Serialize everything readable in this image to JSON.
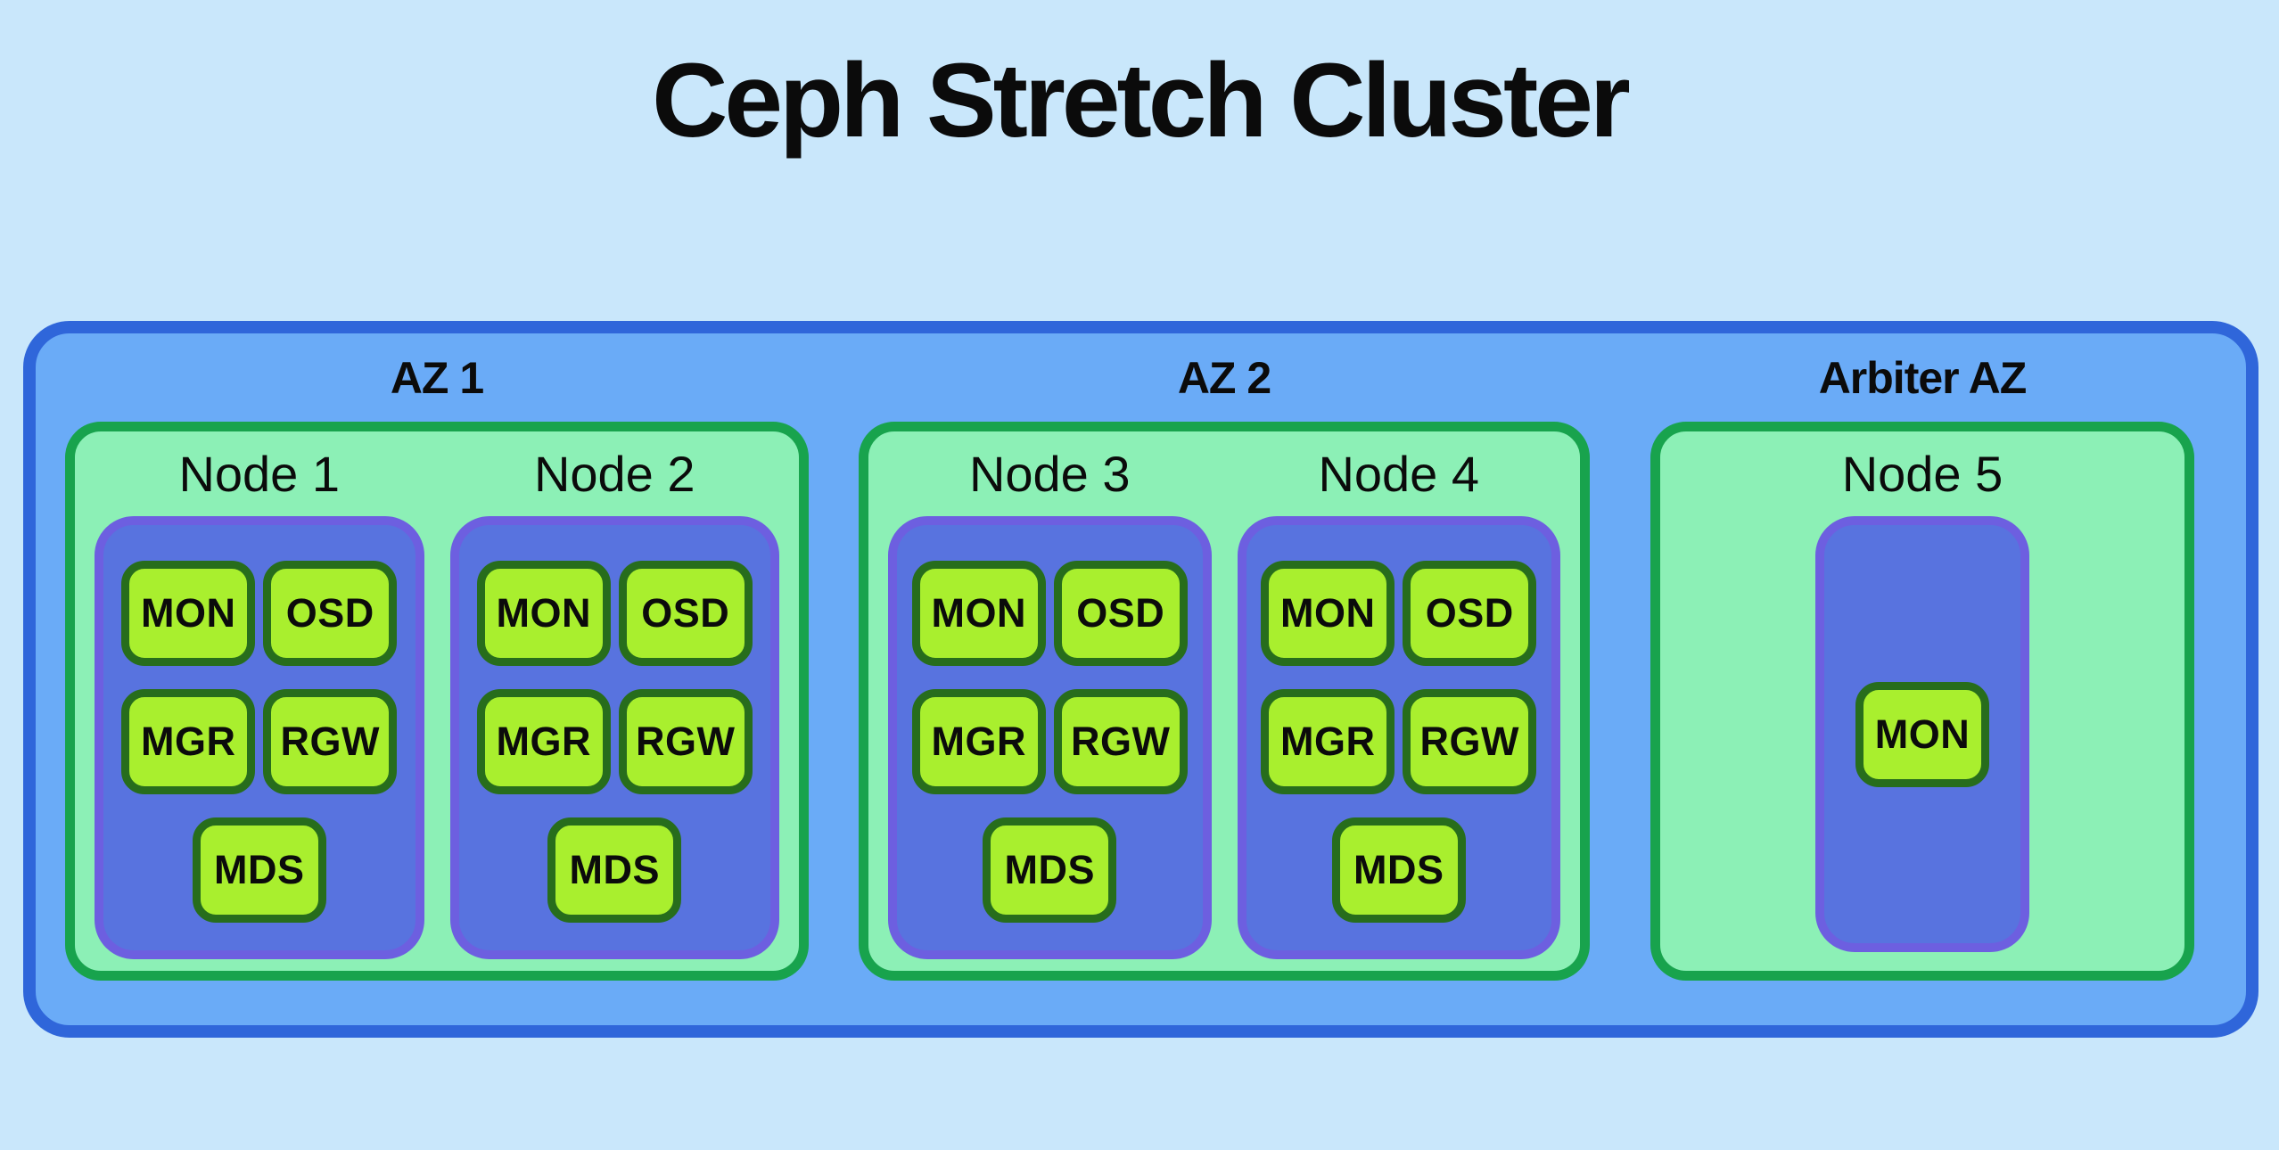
{
  "title": "Ceph Stretch Cluster",
  "colors": {
    "page_background": "#c9e7fb",
    "cluster_fill": "#6aabf7",
    "cluster_border": "#2f66da",
    "zone_fill": "#8cf0b6",
    "zone_border": "#18a34d",
    "node_fill": "#5873df",
    "node_border": "#6d5fe0",
    "service_fill": "#a9ef2e",
    "service_border": "#276d1c",
    "text": "#0b0b0b"
  },
  "cluster": {
    "zones": [
      {
        "label": "AZ 1",
        "nodes": [
          {
            "label": "Node 1",
            "services": [
              "MON",
              "OSD",
              "MGR",
              "RGW",
              "MDS"
            ]
          },
          {
            "label": "Node 2",
            "services": [
              "MON",
              "OSD",
              "MGR",
              "RGW",
              "MDS"
            ]
          }
        ]
      },
      {
        "label": "AZ 2",
        "nodes": [
          {
            "label": "Node 3",
            "services": [
              "MON",
              "OSD",
              "MGR",
              "RGW",
              "MDS"
            ]
          },
          {
            "label": "Node 4",
            "services": [
              "MON",
              "OSD",
              "MGR",
              "RGW",
              "MDS"
            ]
          }
        ]
      },
      {
        "label": "Arbiter AZ",
        "nodes": [
          {
            "label": "Node 5",
            "services": [
              "MON"
            ]
          }
        ]
      }
    ]
  }
}
